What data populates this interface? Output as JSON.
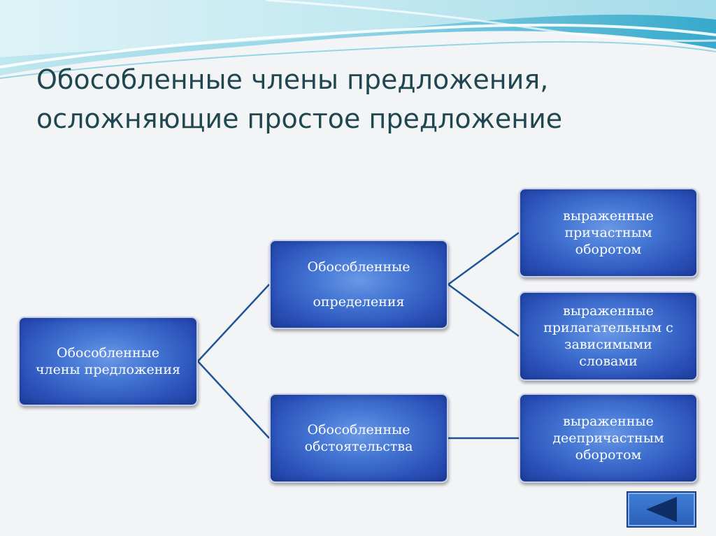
{
  "title": {
    "line1": "Обособленные члены предложения,",
    "line2": "осложняющие простое предложение"
  },
  "diagram": {
    "root": {
      "line1": "Обособленные",
      "line2": "члены предложения"
    },
    "definitions": {
      "line1": "Обособленные",
      "line2": "определения"
    },
    "circumstances": {
      "line1": "Обособленные",
      "line2": "обстоятельства"
    },
    "participial": {
      "line1": "выраженные",
      "line2": "причастным",
      "line3": "оборотом"
    },
    "adjective": {
      "line1": "выраженные",
      "line2": "прилагательным с",
      "line3": "зависимыми",
      "line4": "словами"
    },
    "gerund": {
      "line1": "выраженные",
      "line2": "деепричастным",
      "line3": "оборотом"
    }
  },
  "colors": {
    "title_text": "#1f4750",
    "node_fill": "#2a50b8",
    "connector": "#1e5596",
    "wave_light": "#cdeef4",
    "wave_dark": "#2aa3c8"
  },
  "nav": {
    "back_icon": "triangle-left-icon"
  }
}
